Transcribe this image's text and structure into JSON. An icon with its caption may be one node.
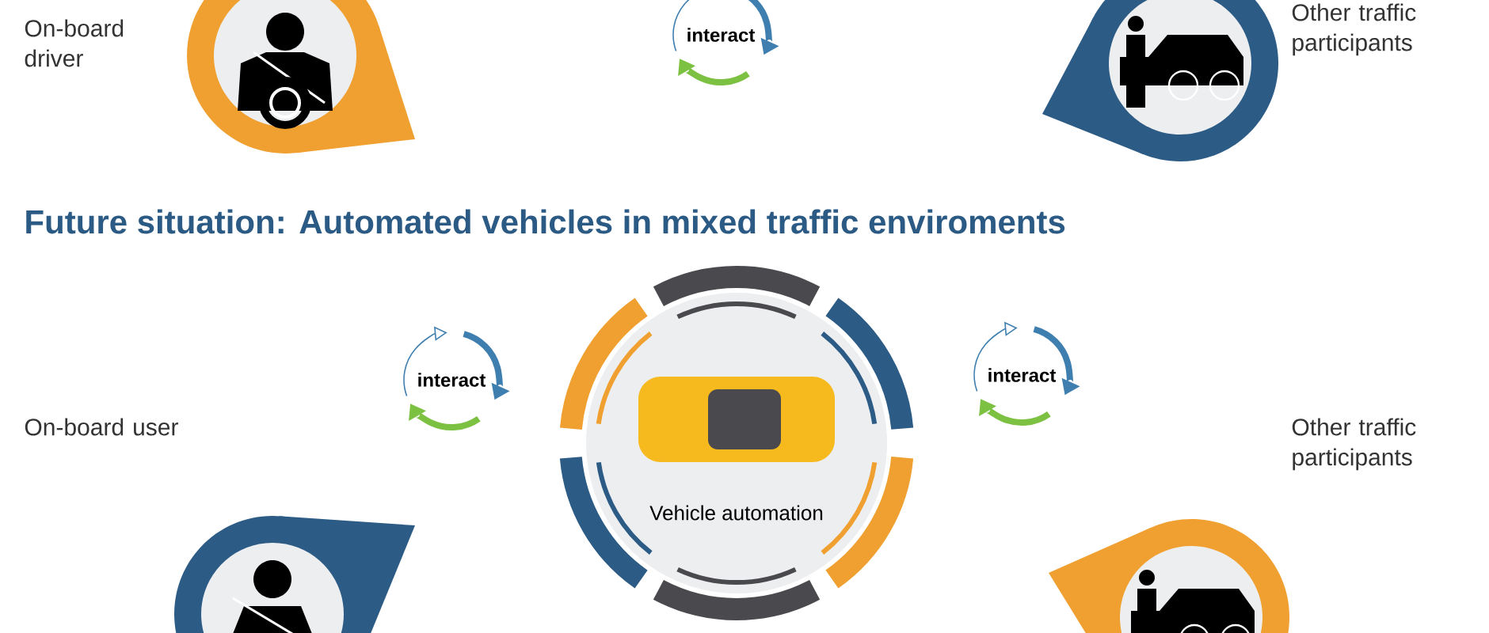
{
  "diagram": {
    "title": "Future situation: Automated vehicles in mixed traffic enviroments",
    "nodes": [
      {
        "text": [],
        "shape": "picture",
        "beside": [
          "On-board driver"
        ]
      },
      {
        "text": [
          "interact"
        ]
      },
      {
        "text": [],
        "shape": "picture",
        "beside": [
          "Other traffic participants"
        ]
      },
      {
        "text": [],
        "shape": "picture",
        "beside": [
          "On-board user"
        ]
      },
      {
        "text": [
          "interact"
        ]
      },
      {
        "text": [
          "Vehicle automation"
        ]
      },
      {
        "text": [
          "interact"
        ]
      },
      {
        "text": [],
        "shape": "picture",
        "beside": [
          "Other traffic participants"
        ]
      }
    ]
  }
}
